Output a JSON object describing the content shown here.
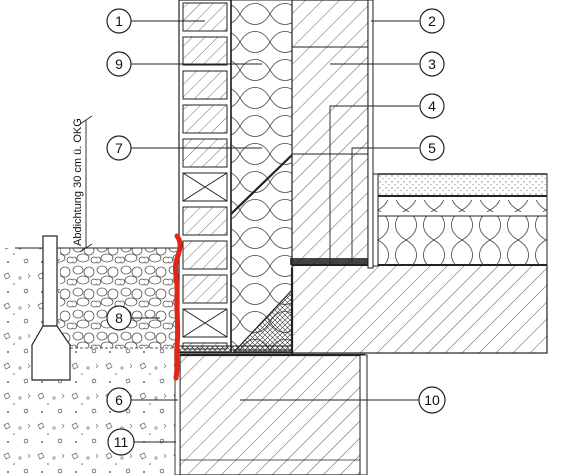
{
  "title": "",
  "callouts": [
    "1",
    "2",
    "3",
    "4",
    "5",
    "6",
    "7",
    "8",
    "9",
    "10",
    "11"
  ],
  "annotation_text": "Abdichtung 30 cm ü. OKG",
  "colors": {
    "line": "#222222",
    "hatch": "#333333",
    "waterproofing": "#e0261a",
    "background": "#ffffff"
  }
}
